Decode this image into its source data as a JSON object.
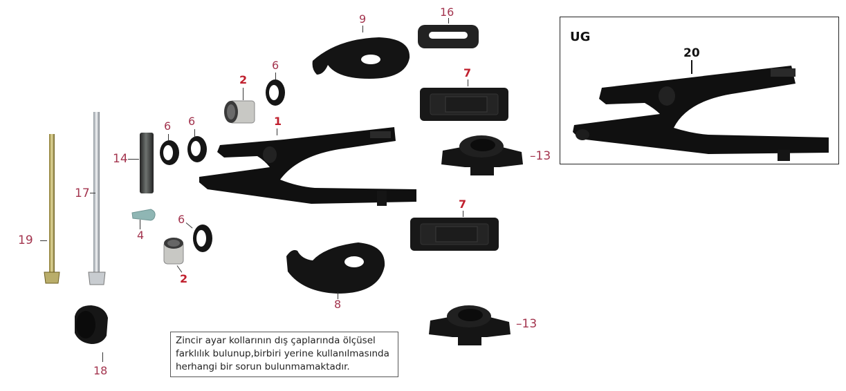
{
  "diagram": {
    "title": "Swingarm assembly exploded parts view",
    "label_color": "#a3344e",
    "label_color_bold": "#c0202e",
    "parts": [
      {
        "id": "1",
        "name": "swingarm"
      },
      {
        "id": "2",
        "name": "needle-bearing"
      },
      {
        "id": "4",
        "name": "grease-nipple-cap"
      },
      {
        "id": "6",
        "name": "oil-seal"
      },
      {
        "id": "7",
        "name": "rubber-pad"
      },
      {
        "id": "8",
        "name": "chain-adjuster-left"
      },
      {
        "id": "9",
        "name": "chain-adjuster-right"
      },
      {
        "id": "13",
        "name": "chain-guide-roller"
      },
      {
        "id": "14",
        "name": "pivot-sleeve"
      },
      {
        "id": "16",
        "name": "chain-slider-grommet"
      },
      {
        "id": "17",
        "name": "pivot-bolt"
      },
      {
        "id": "18",
        "name": "bushing-cap"
      },
      {
        "id": "19",
        "name": "axle-bolt"
      }
    ],
    "labels": {
      "l1": "1",
      "l2a": "2",
      "l2b": "2",
      "l4": "4",
      "l6a": "6",
      "l6b": "6",
      "l6c": "6",
      "l6d": "6",
      "l7a": "7",
      "l7b": "7",
      "l8": "8",
      "l9": "9",
      "l13a": "–13",
      "l13b": "–13",
      "l14": "14",
      "l16": "16",
      "l17": "17",
      "l18": "18",
      "l19": "19"
    },
    "note": {
      "line1": "Zincir ayar kollarının dış çaplarında ölçüsel",
      "line2": "farklılık bulunup,birbiri yerine kullanılmasında",
      "line3": "herhangi bir sorun bulunmamaktadır."
    },
    "inset": {
      "title": "UG",
      "part_number": "20",
      "part_name": "swingarm-ug-variant"
    }
  }
}
